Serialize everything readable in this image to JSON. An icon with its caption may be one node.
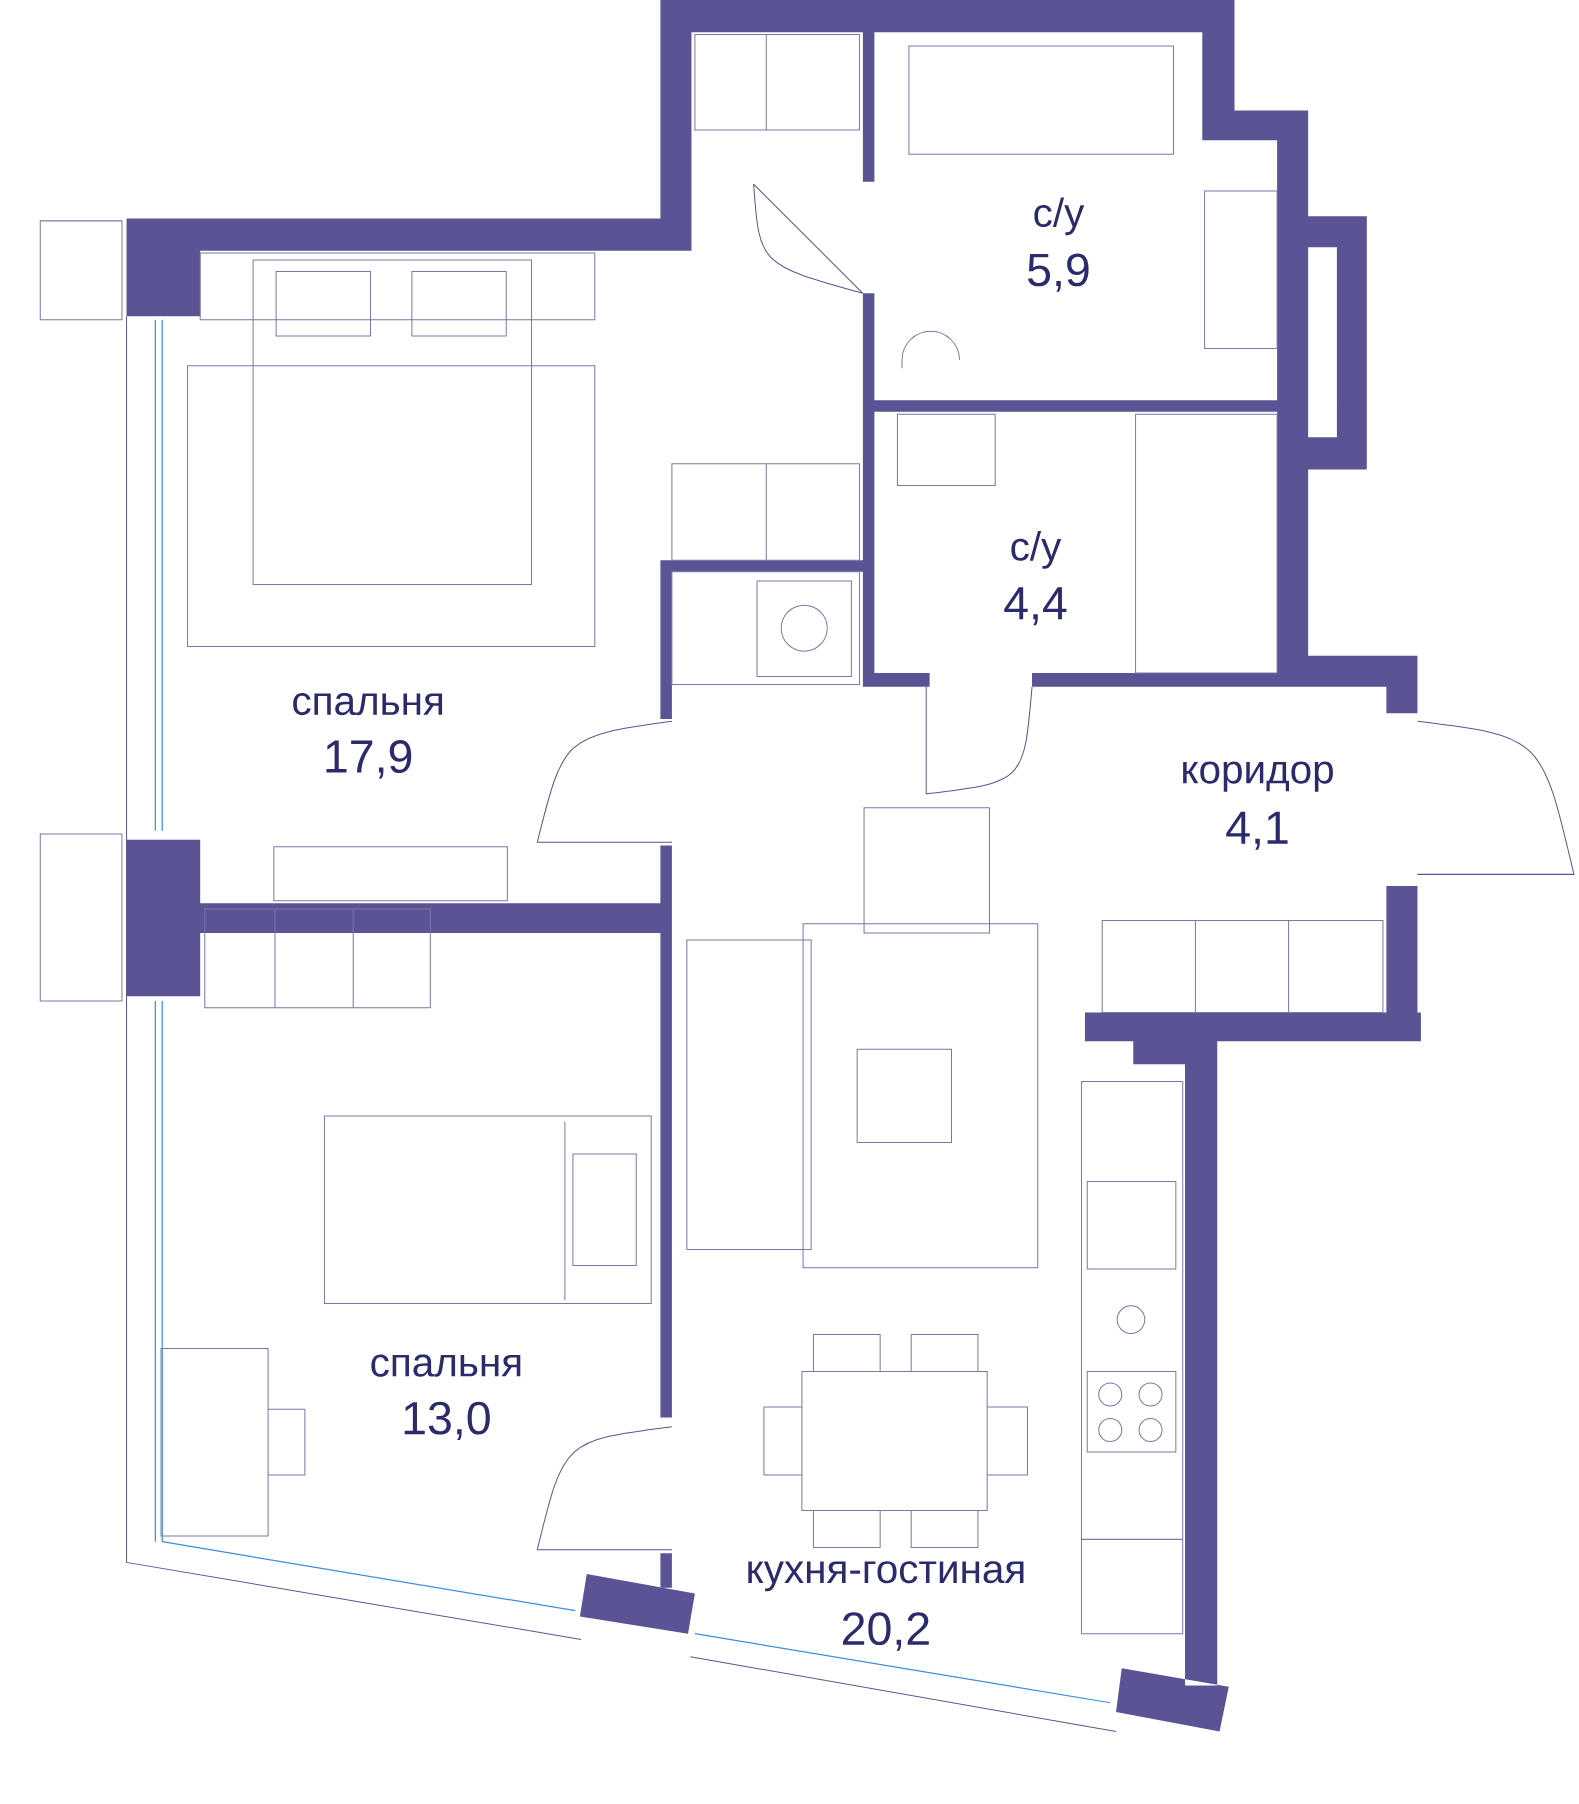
{
  "diagram": {
    "labels": [
      "с/у",
      "5,9",
      "с/у",
      "4,4",
      "спальня",
      "17,9",
      "коридор",
      "4,1",
      "спальня",
      "13,0",
      "кухня-гостиная",
      "20,2"
    ]
  }
}
